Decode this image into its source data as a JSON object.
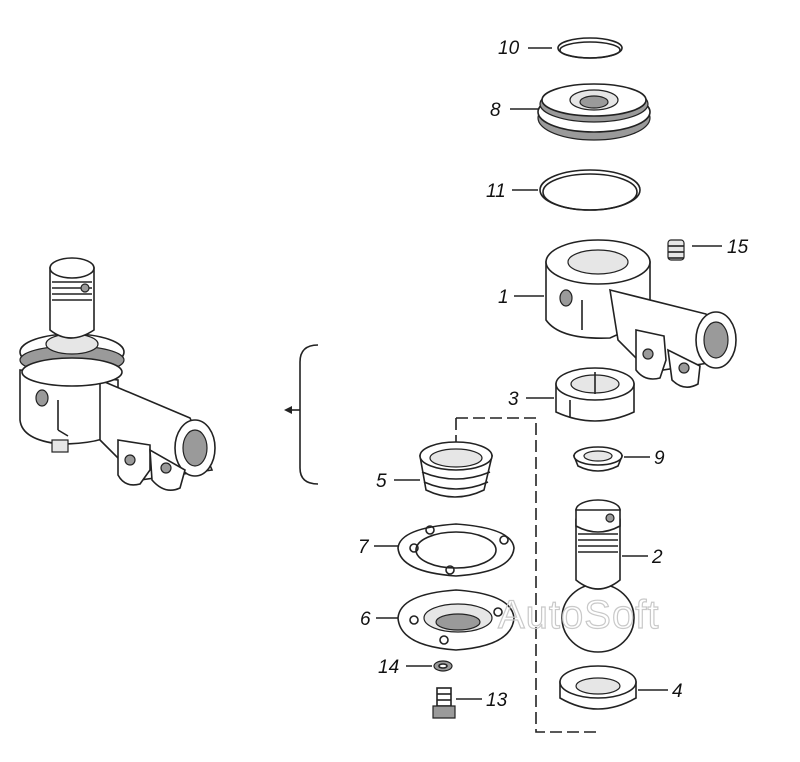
{
  "watermark": "AutoSoft",
  "callouts": [
    {
      "id": "10",
      "label": "10"
    },
    {
      "id": "8",
      "label": "8"
    },
    {
      "id": "11",
      "label": "11"
    },
    {
      "id": "15",
      "label": "15"
    },
    {
      "id": "1",
      "label": "1"
    },
    {
      "id": "3",
      "label": "3"
    },
    {
      "id": "9",
      "label": "9"
    },
    {
      "id": "5",
      "label": "5"
    },
    {
      "id": "2",
      "label": "2"
    },
    {
      "id": "7",
      "label": "7"
    },
    {
      "id": "6",
      "label": "6"
    },
    {
      "id": "14",
      "label": "14"
    },
    {
      "id": "13",
      "label": "13"
    },
    {
      "id": "4",
      "label": "4"
    }
  ],
  "icons": {
    "assembly": "ball-joint-assembly-icon",
    "bracket": "exploded-view-bracket-icon"
  }
}
